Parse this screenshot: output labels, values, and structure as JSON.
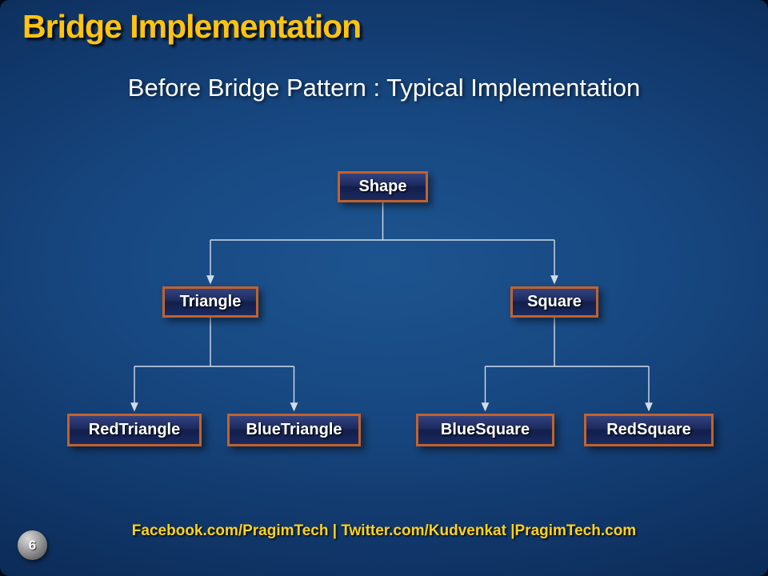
{
  "slide": {
    "title": "Bridge Implementation",
    "subtitle": "Before Bridge Pattern : Typical Implementation",
    "footer": "Facebook.com/PragimTech | Twitter.com/Kudvenkat |PragimTech.com",
    "page_number": "6"
  },
  "diagram": {
    "type": "class-hierarchy",
    "nodes": {
      "shape": "Shape",
      "triangle": "Triangle",
      "square": "Square",
      "red_triangle": "RedTriangle",
      "blue_triangle": "BlueTriangle",
      "blue_square": "BlueSquare",
      "red_square": "RedSquare"
    },
    "edges": [
      {
        "from": "Shape",
        "to": "Triangle"
      },
      {
        "from": "Shape",
        "to": "Square"
      },
      {
        "from": "Triangle",
        "to": "RedTriangle"
      },
      {
        "from": "Triangle",
        "to": "BlueTriangle"
      },
      {
        "from": "Square",
        "to": "BlueSquare"
      },
      {
        "from": "Square",
        "to": "RedSquare"
      }
    ]
  },
  "colors": {
    "title_yellow": "#ffc40d",
    "footer_yellow": "#ffd21f",
    "node_border_orange": "#c2622c",
    "node_fill_navy": "#1a2a5e",
    "connector_line": "#d2dcea",
    "background_blue": "#103668"
  }
}
